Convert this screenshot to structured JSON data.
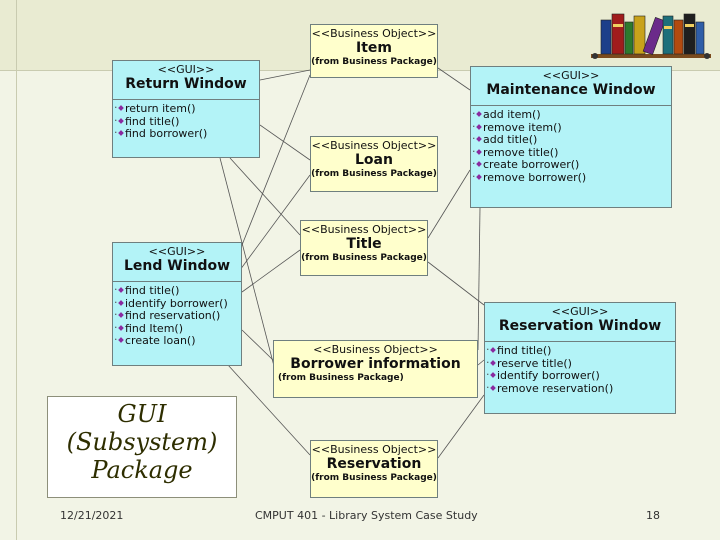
{
  "slide": {
    "caption": [
      "GUI",
      "(Subsystem)",
      "Package"
    ],
    "footer": {
      "date": "12/21/2021",
      "title": "CMPUT 401 - Library System Case Study",
      "page": "18"
    }
  },
  "diagram": {
    "gui_stereotype": "<<GUI>>",
    "bo_stereotype": "<<Business Object>>",
    "from_label": "(from Business Package)",
    "return_window": {
      "name": "Return Window",
      "ops": [
        "return item()",
        "find title()",
        "find borrower()"
      ]
    },
    "maintenance_window": {
      "name": "Maintenance Window",
      "ops": [
        "add item()",
        "remove item()",
        "add title()",
        "remove title()",
        "create borrower()",
        "remove borrower()"
      ]
    },
    "lend_window": {
      "name": "Lend Window",
      "ops": [
        "find title()",
        "identify borrower()",
        "find reservation()",
        "find Item()",
        "create loan()"
      ]
    },
    "reservation_window": {
      "name": "Reservation Window",
      "ops": [
        "find title()",
        "reserve title()",
        "identify borrower()",
        "remove reservation()"
      ]
    },
    "item": {
      "name": "Item"
    },
    "loan": {
      "name": "Loan"
    },
    "title": {
      "name": "Title"
    },
    "borrower_information": {
      "name": "Borrower information"
    },
    "reservation": {
      "name": "Reservation"
    }
  },
  "colors": {
    "gui_fill": "#b3f3f7",
    "bo_fill": "#ffffcc",
    "background": "#f2f4e6"
  },
  "icons": [
    "books-icon"
  ]
}
